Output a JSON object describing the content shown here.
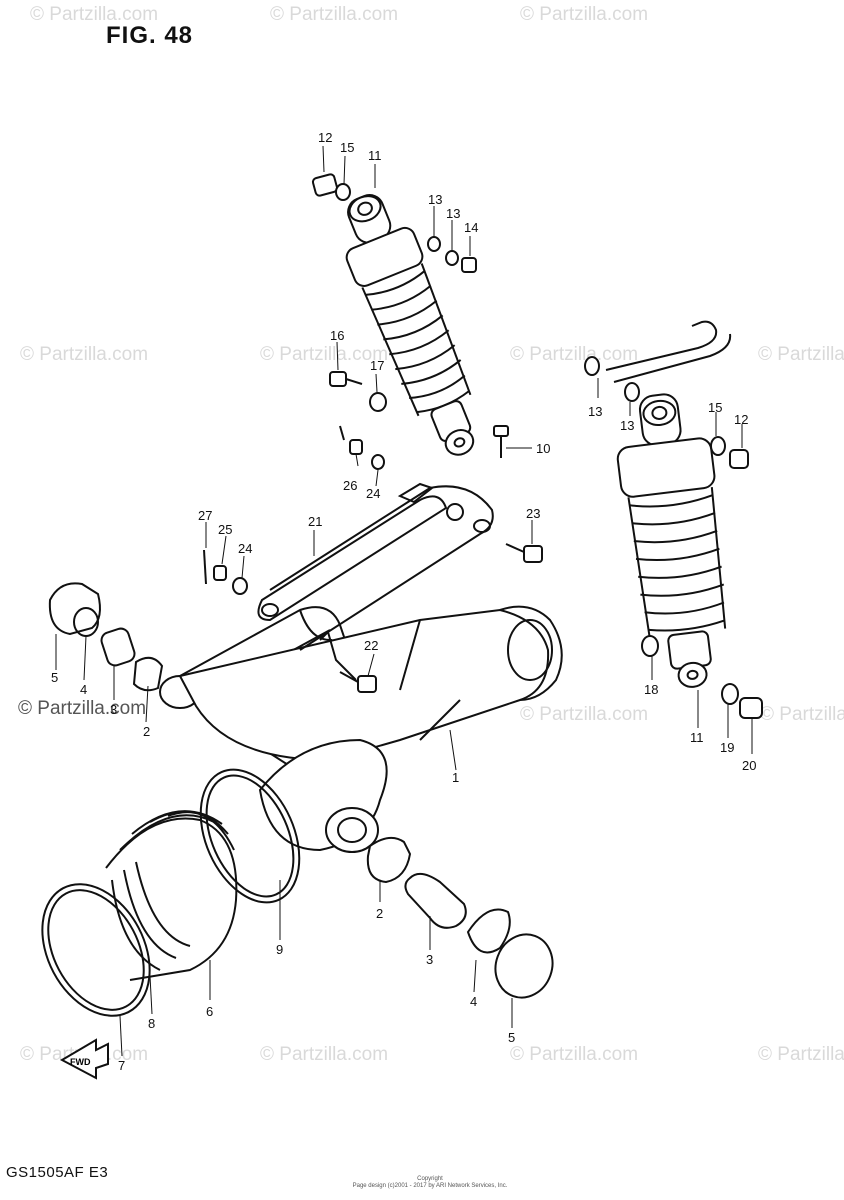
{
  "figure_title": "FIG. 48",
  "model_code": "GS1505AF E3",
  "brand_text": "© Partzilla.com",
  "watermark": "© Partzilla.com",
  "copyright_line1": "Copyright",
  "copyright_line2": "Page design (c)2001 - 2017 by ARI Network Services, Inc.",
  "fwd_label": "FWD",
  "callouts": {
    "c1": "1",
    "c2a": "2",
    "c2b": "2",
    "c3a": "3",
    "c3b": "3",
    "c4a": "4",
    "c4b": "4",
    "c5a": "5",
    "c5b": "5",
    "c6": "6",
    "c7": "7",
    "c8": "8",
    "c9": "9",
    "c10": "10",
    "c11a": "11",
    "c11b": "11",
    "c12a": "12",
    "c12b": "12",
    "c13a": "13",
    "c13b": "13",
    "c13c": "13",
    "c13d": "13",
    "c14": "14",
    "c15a": "15",
    "c15b": "15",
    "c16": "16",
    "c17": "17",
    "c18": "18",
    "c19": "19",
    "c20": "20",
    "c21": "21",
    "c22": "22",
    "c23": "23",
    "c24a": "24",
    "c24b": "24",
    "c25": "25",
    "c26": "26",
    "c27": "27"
  },
  "colors": {
    "ink": "#111111",
    "watermark": "#bbbbbb"
  }
}
